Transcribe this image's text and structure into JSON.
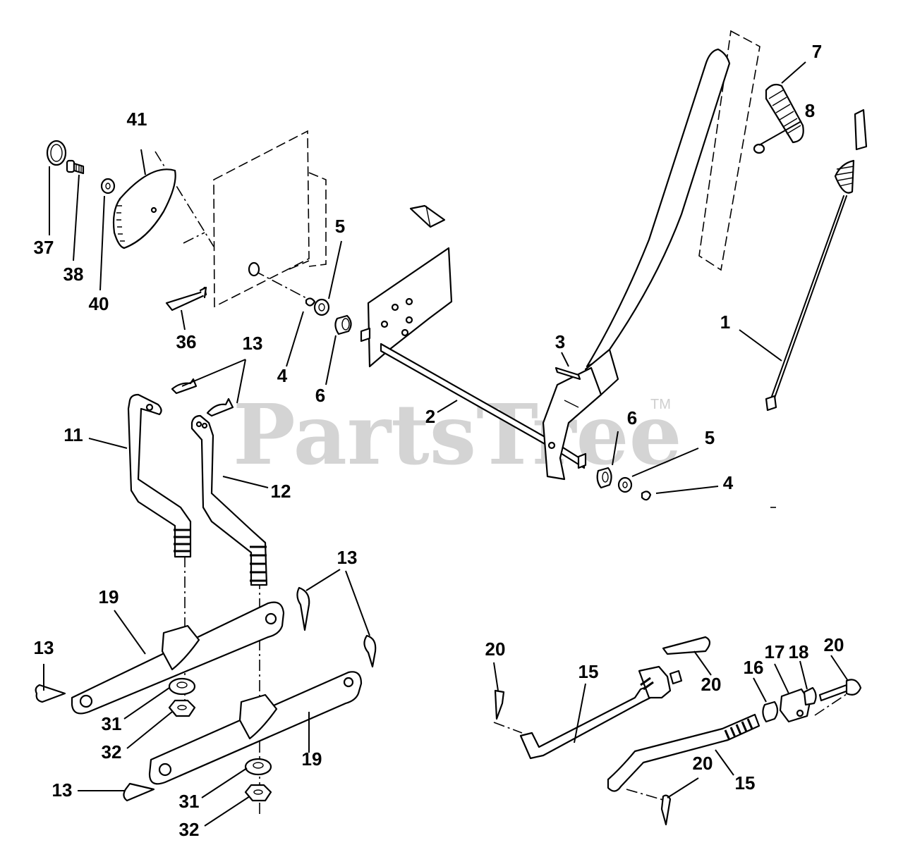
{
  "watermark": {
    "brand": "PartsTree",
    "trademark": "TM"
  },
  "diagram": {
    "labels": {
      "p1": "1",
      "p2": "2",
      "p3": "3",
      "p4a": "4",
      "p4b": "4",
      "p5a": "5",
      "p5b": "5",
      "p6a": "6",
      "p6b": "6",
      "p7": "7",
      "p8": "8",
      "p11": "11",
      "p12": "12",
      "p13a": "13",
      "p13b": "13",
      "p13c": "13",
      "p13d": "13",
      "p15a": "15",
      "p15b": "15",
      "p16": "16",
      "p17": "17",
      "p18": "18",
      "p19a": "19",
      "p19b": "19",
      "p20a": "20",
      "p20b": "20",
      "p20c": "20",
      "p20d": "20",
      "p31a": "31",
      "p31b": "31",
      "p32a": "32",
      "p32b": "32",
      "p36": "36",
      "p37": "37",
      "p38": "38",
      "p40": "40",
      "p41": "41"
    }
  }
}
